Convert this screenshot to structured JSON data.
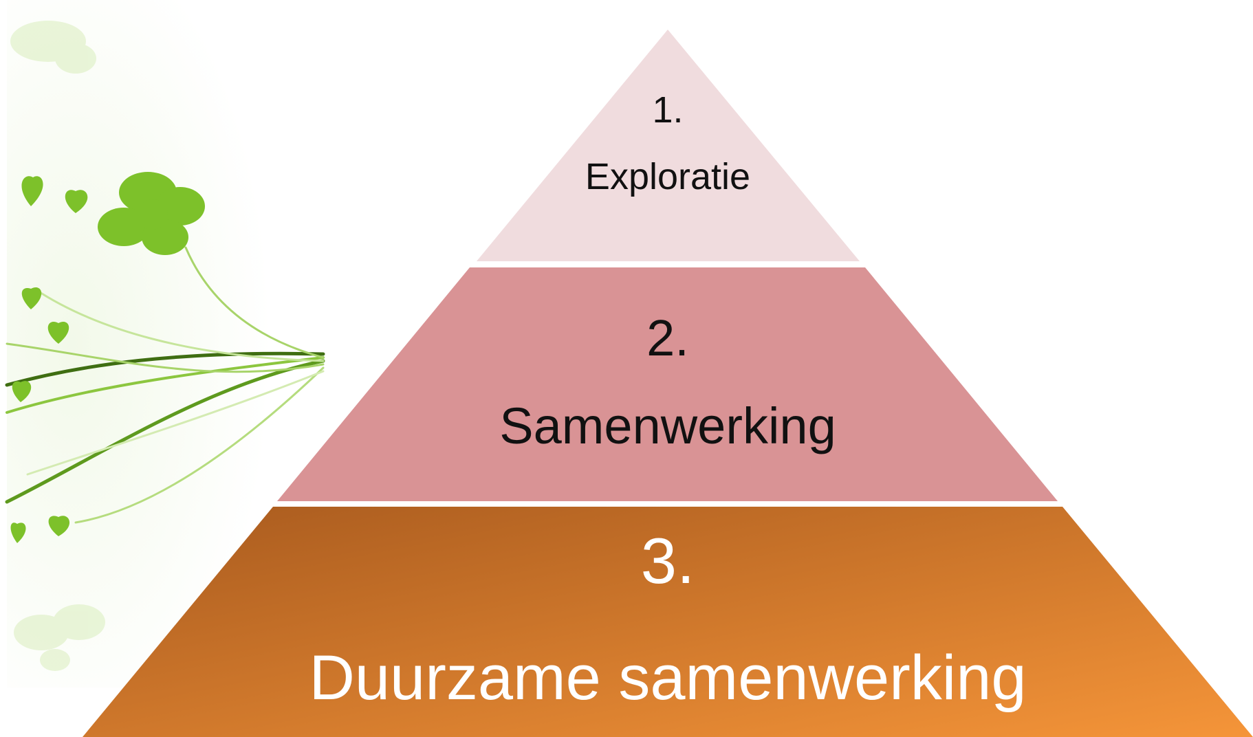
{
  "pyramid": {
    "levels": [
      {
        "number": "1.",
        "label": "Exploratie",
        "fill": "#F0DCDE",
        "text_color": "#111111"
      },
      {
        "number": "2.",
        "label": "Samenwerking",
        "fill": "#D99395",
        "text_color": "#111111"
      },
      {
        "number": "3.",
        "label": "Duurzame samenwerking",
        "fill_dark": "#A85A1E",
        "fill_light": "#F59539",
        "text_color": "#FFFFFF"
      }
    ]
  },
  "decoration": {
    "name": "green-vine-butterfly-illustration",
    "color_main": "#7DC12A",
    "color_light": "#C6E59B",
    "color_dark": "#3F6E12"
  }
}
